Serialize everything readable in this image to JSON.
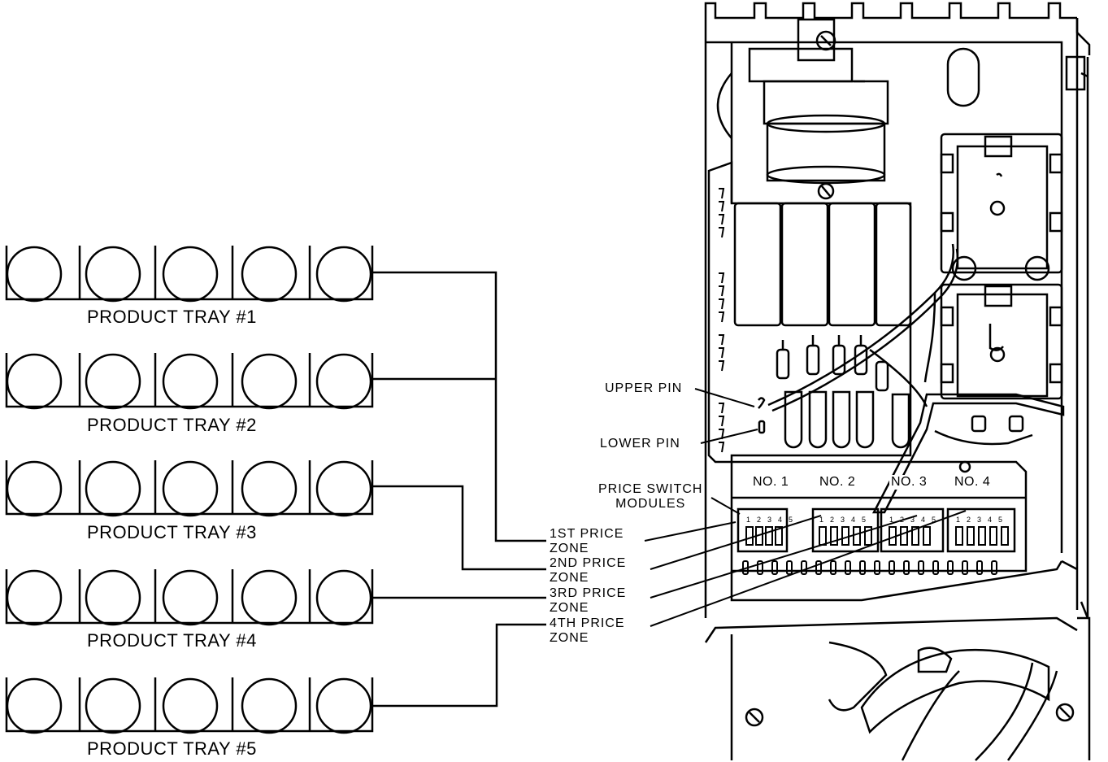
{
  "trays": [
    {
      "label": "PRODUCT TRAY #1"
    },
    {
      "label": "PRODUCT TRAY #2"
    },
    {
      "label": "PRODUCT TRAY #3"
    },
    {
      "label": "PRODUCT TRAY #4"
    },
    {
      "label": "PRODUCT TRAY #5"
    }
  ],
  "zones": [
    {
      "line1": "1ST PRICE",
      "line2": "ZONE"
    },
    {
      "line1": "2ND PRICE",
      "line2": "ZONE"
    },
    {
      "line1": "3RD PRICE",
      "line2": "ZONE"
    },
    {
      "line1": "4TH PRICE",
      "line2": "ZONE"
    }
  ],
  "pins": {
    "upper": "UPPER PIN",
    "lower": "LOWER PIN"
  },
  "modules": {
    "title_line1": "PRICE SWITCH",
    "title_line2": "MODULES",
    "names": [
      "NO. 1",
      "NO. 2",
      "NO. 3",
      "NO. 4"
    ]
  },
  "switch_numbers": [
    "1",
    "2",
    "3",
    "4",
    "5"
  ]
}
